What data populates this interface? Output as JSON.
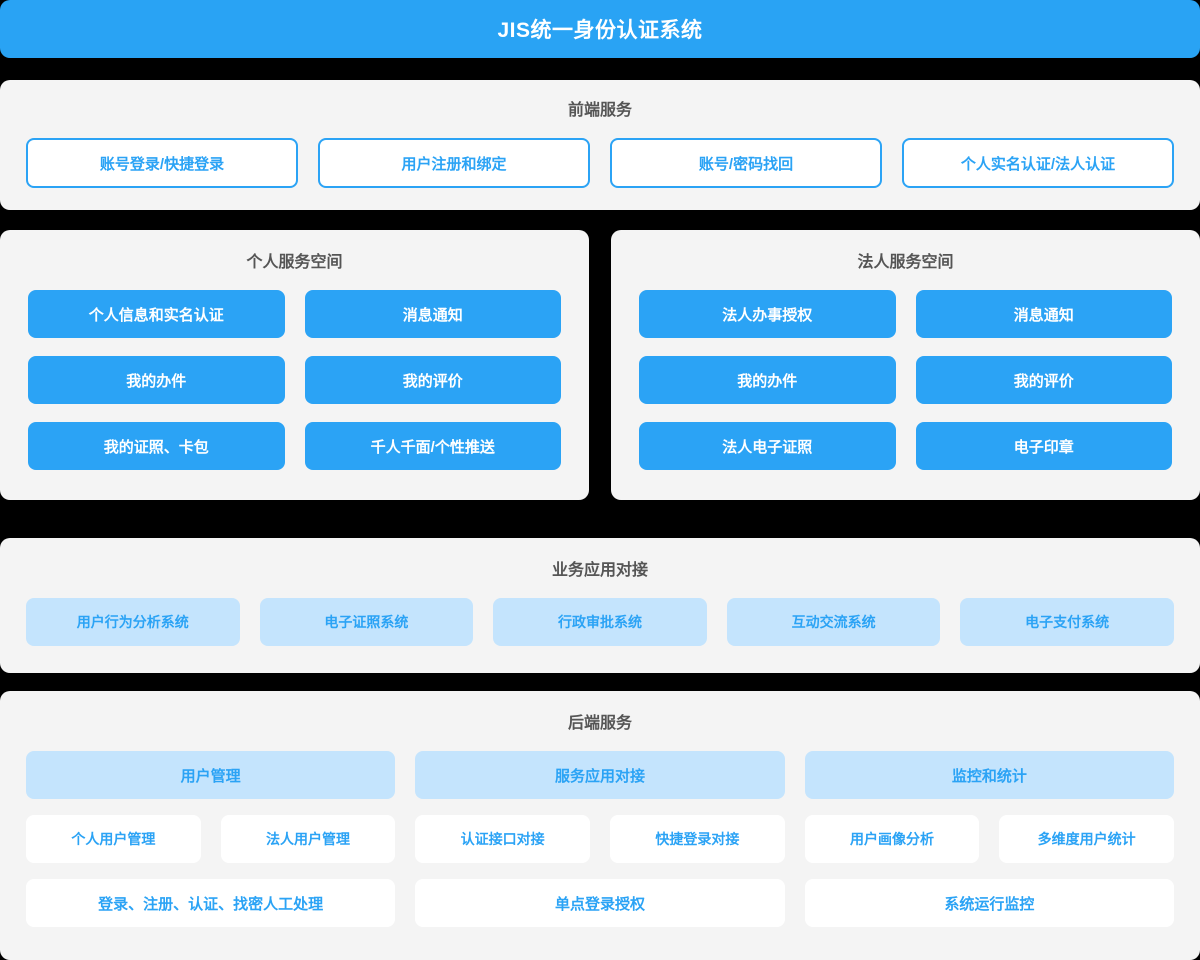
{
  "header": {
    "title": "JIS统一身份认证系统",
    "background_color": "#29a3f4",
    "text_color": "#ffffff"
  },
  "colors": {
    "accent": "#2ba3f5",
    "panel_background": "#f4f4f4",
    "soft_blue": "#c4e4fd",
    "page_background": "#000000",
    "title_text": "#555555"
  },
  "frontend": {
    "title": "前端服务",
    "items": [
      {
        "label": "账号登录/快捷登录"
      },
      {
        "label": "用户注册和绑定"
      },
      {
        "label": "账号/密码找回"
      },
      {
        "label": "个人实名认证/法人认证"
      }
    ]
  },
  "spaces": [
    {
      "title": "个人服务空间",
      "items": [
        {
          "label": "个人信息和实名认证"
        },
        {
          "label": "消息通知"
        },
        {
          "label": "我的办件"
        },
        {
          "label": "我的评价"
        },
        {
          "label": "我的证照、卡包"
        },
        {
          "label": "千人千面/个性推送"
        }
      ]
    },
    {
      "title": "法人服务空间",
      "items": [
        {
          "label": "法人办事授权"
        },
        {
          "label": "消息通知"
        },
        {
          "label": "我的办件"
        },
        {
          "label": "我的评价"
        },
        {
          "label": "法人电子证照"
        },
        {
          "label": "电子印章"
        }
      ]
    }
  ],
  "business": {
    "title": "业务应用对接",
    "items": [
      {
        "label": "用户行为分析系统"
      },
      {
        "label": "电子证照系统"
      },
      {
        "label": "行政审批系统"
      },
      {
        "label": "互动交流系统"
      },
      {
        "label": "电子支付系统"
      }
    ]
  },
  "backend": {
    "title": "后端服务",
    "groups": [
      {
        "label": "用户管理"
      },
      {
        "label": "服务应用对接"
      },
      {
        "label": "监控和统计"
      }
    ],
    "sub_items": [
      {
        "label": "个人用户管理"
      },
      {
        "label": "法人用户管理"
      },
      {
        "label": "认证接口对接"
      },
      {
        "label": "快捷登录对接"
      },
      {
        "label": "用户画像分析"
      },
      {
        "label": "多维度用户统计"
      }
    ],
    "wide_items": [
      {
        "label": "登录、注册、认证、找密人工处理"
      },
      {
        "label": "单点登录授权"
      },
      {
        "label": "系统运行监控"
      }
    ]
  }
}
